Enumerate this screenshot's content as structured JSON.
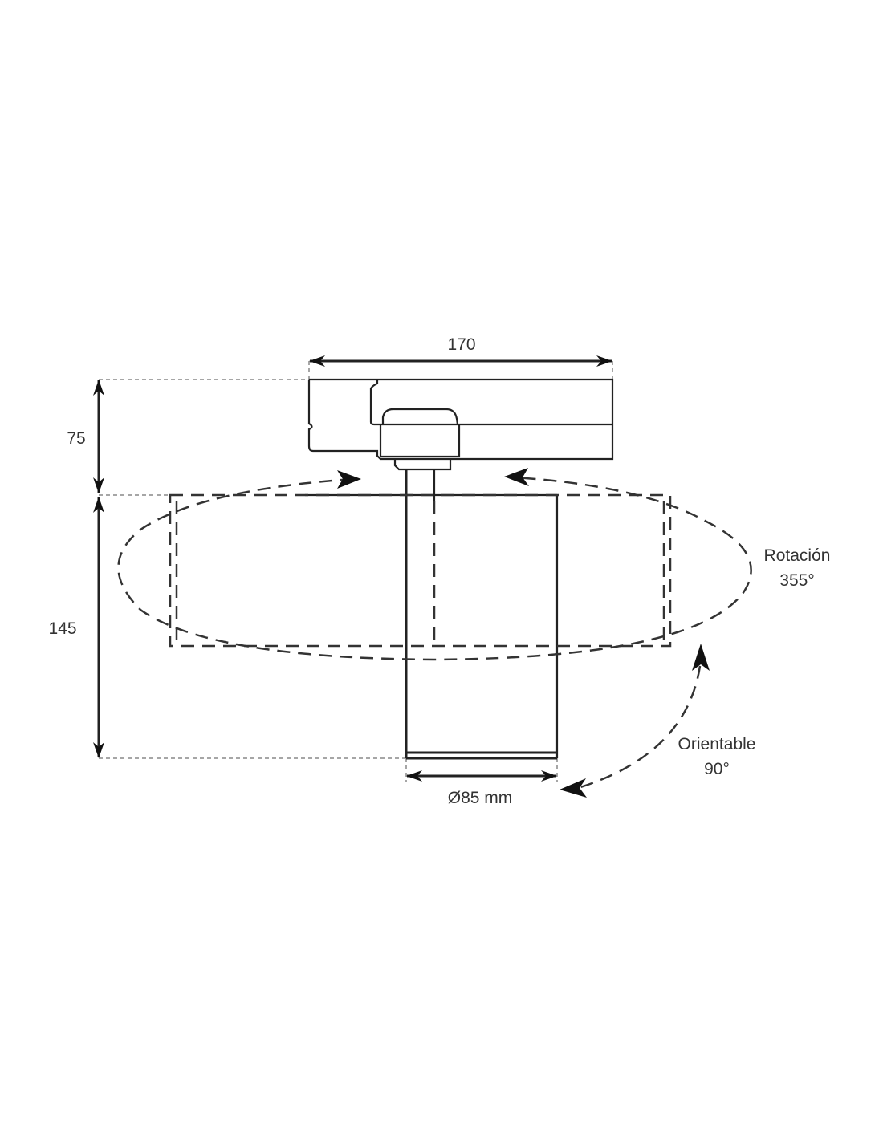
{
  "diagram": {
    "dimensions": {
      "width": "170",
      "adapter_height": "75",
      "body_height": "145",
      "diameter": "Ø85 mm"
    },
    "annotations": {
      "rotation_label": "Rotación",
      "rotation_value": "355°",
      "tilt_label": "Orientable",
      "tilt_value": "90°"
    }
  }
}
